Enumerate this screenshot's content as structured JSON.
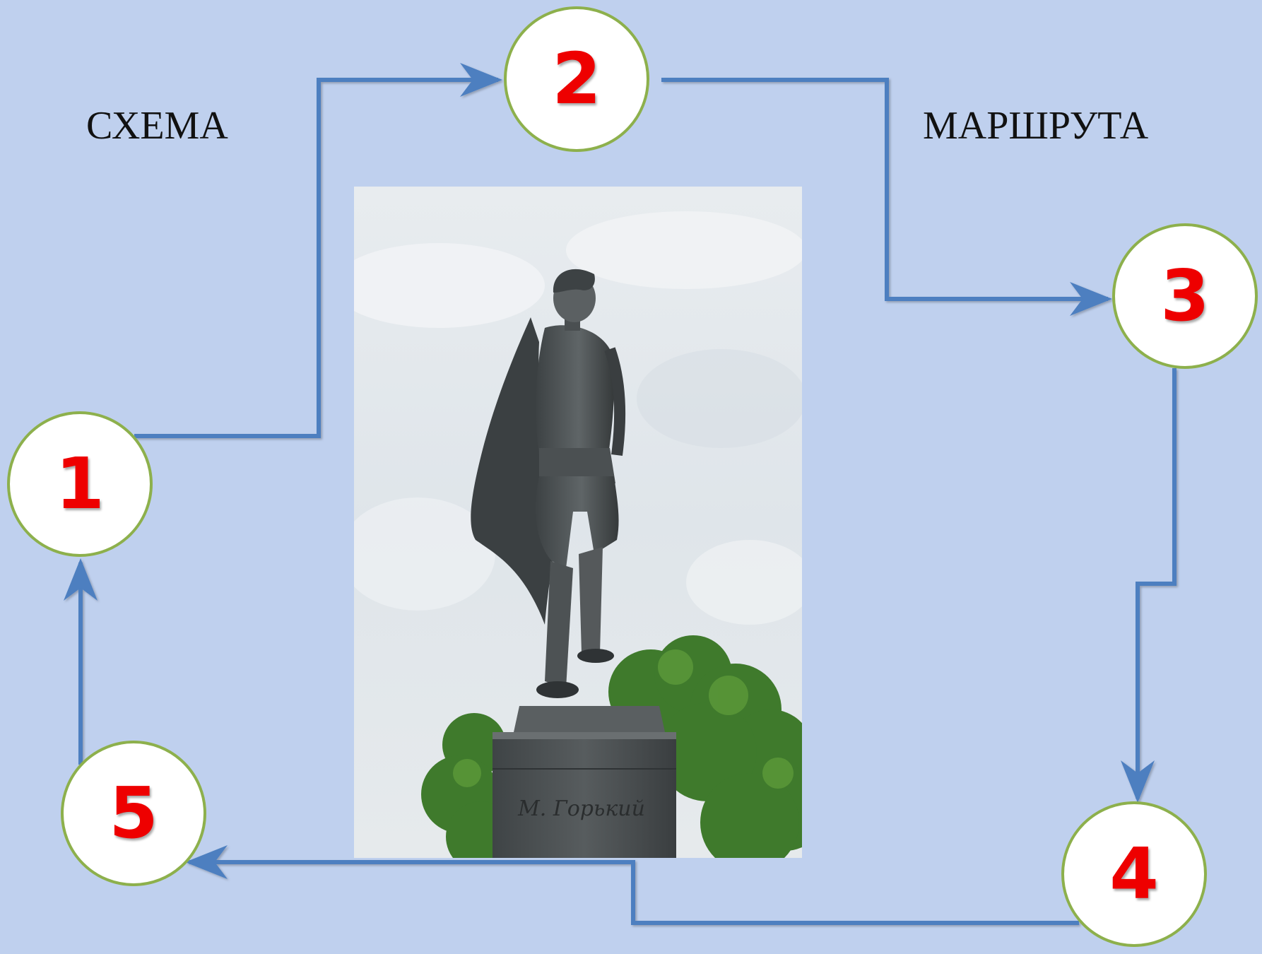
{
  "page": {
    "background": "#bfd0ee"
  },
  "titles": {
    "left": "СХЕМА",
    "right": "МАРШРУТА"
  },
  "nodes": [
    {
      "label": "1"
    },
    {
      "label": "2"
    },
    {
      "label": "3"
    },
    {
      "label": "4"
    },
    {
      "label": "5"
    }
  ],
  "colors": {
    "arrow": "#4d7fc0",
    "node_fill": "#ffffff",
    "node_border": "#8db04c",
    "number": "#ee0000"
  },
  "photo": {
    "subject": "statue-on-pedestal",
    "inscription": "М. Горький"
  }
}
